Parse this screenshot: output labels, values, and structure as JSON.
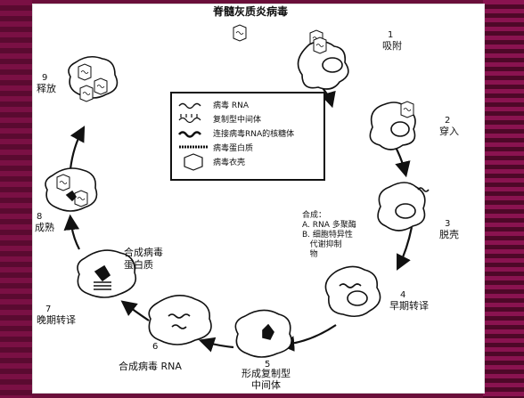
{
  "title": "脊髓灰质炎病毒",
  "steps": [
    {
      "num": "1",
      "label": "吸附"
    },
    {
      "num": "2",
      "label": "穿入"
    },
    {
      "num": "3",
      "label": "脱壳"
    },
    {
      "num": "4",
      "label": "早期转译"
    },
    {
      "num": "5",
      "label": "形成复制型\n中间体"
    },
    {
      "num": "6",
      "label": "合成病毒 RNA"
    },
    {
      "num": "7",
      "label": "晚期转译"
    },
    {
      "num": "8",
      "label": "成熟"
    },
    {
      "num": "9",
      "label": "释放"
    }
  ],
  "early_translation_note": "合成：\nA. RNA 多聚酶\nB. 细胞特异性\n   代谢抑制\n   物",
  "late_translation_note": "合成病毒\n蛋白质",
  "legend": [
    {
      "key": "viral-rna",
      "label": "病毒 RNA"
    },
    {
      "key": "replicative-intermediate",
      "label": "复制型中间体"
    },
    {
      "key": "polysome",
      "label": "连接病毒RNA的核糖体"
    },
    {
      "key": "viral-protein",
      "label": "病毒蛋白质"
    },
    {
      "key": "capsid",
      "label": "病毒衣壳"
    }
  ]
}
